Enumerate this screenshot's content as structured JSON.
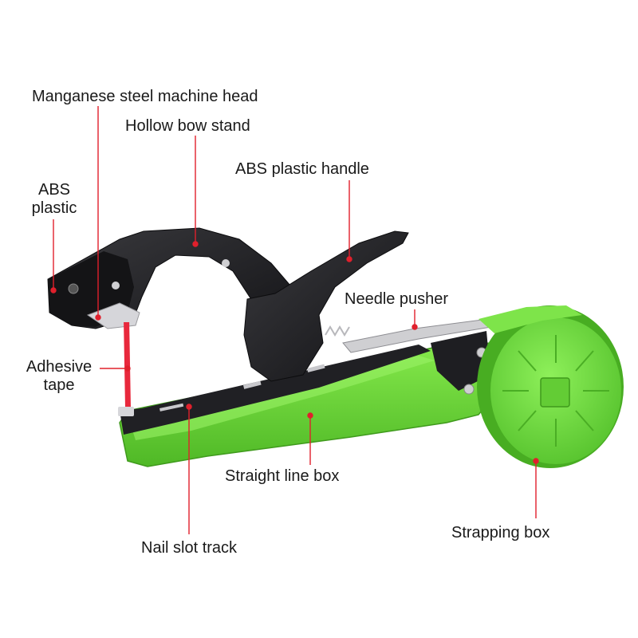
{
  "labels": {
    "machine_head": "Manganese steel machine head",
    "bow_stand": "Hollow bow stand",
    "handle": "ABS plastic handle",
    "abs_plastic_line1": "ABS",
    "abs_plastic_line2": "plastic",
    "needle_pusher": "Needle pusher",
    "adhesive_tape_line1": "Adhesive",
    "adhesive_tape_line2": "tape",
    "straight_line_box": "Straight line box",
    "strapping_box": "Strapping box",
    "nail_slot_track": "Nail slot track"
  },
  "colors": {
    "leader": "#e0202c",
    "tool_green": "#6fd93a",
    "tool_green_dark": "#4fb826",
    "tool_black": "#1b1b1e",
    "tape_red": "#e8283c",
    "text": "#1a1a1a"
  }
}
